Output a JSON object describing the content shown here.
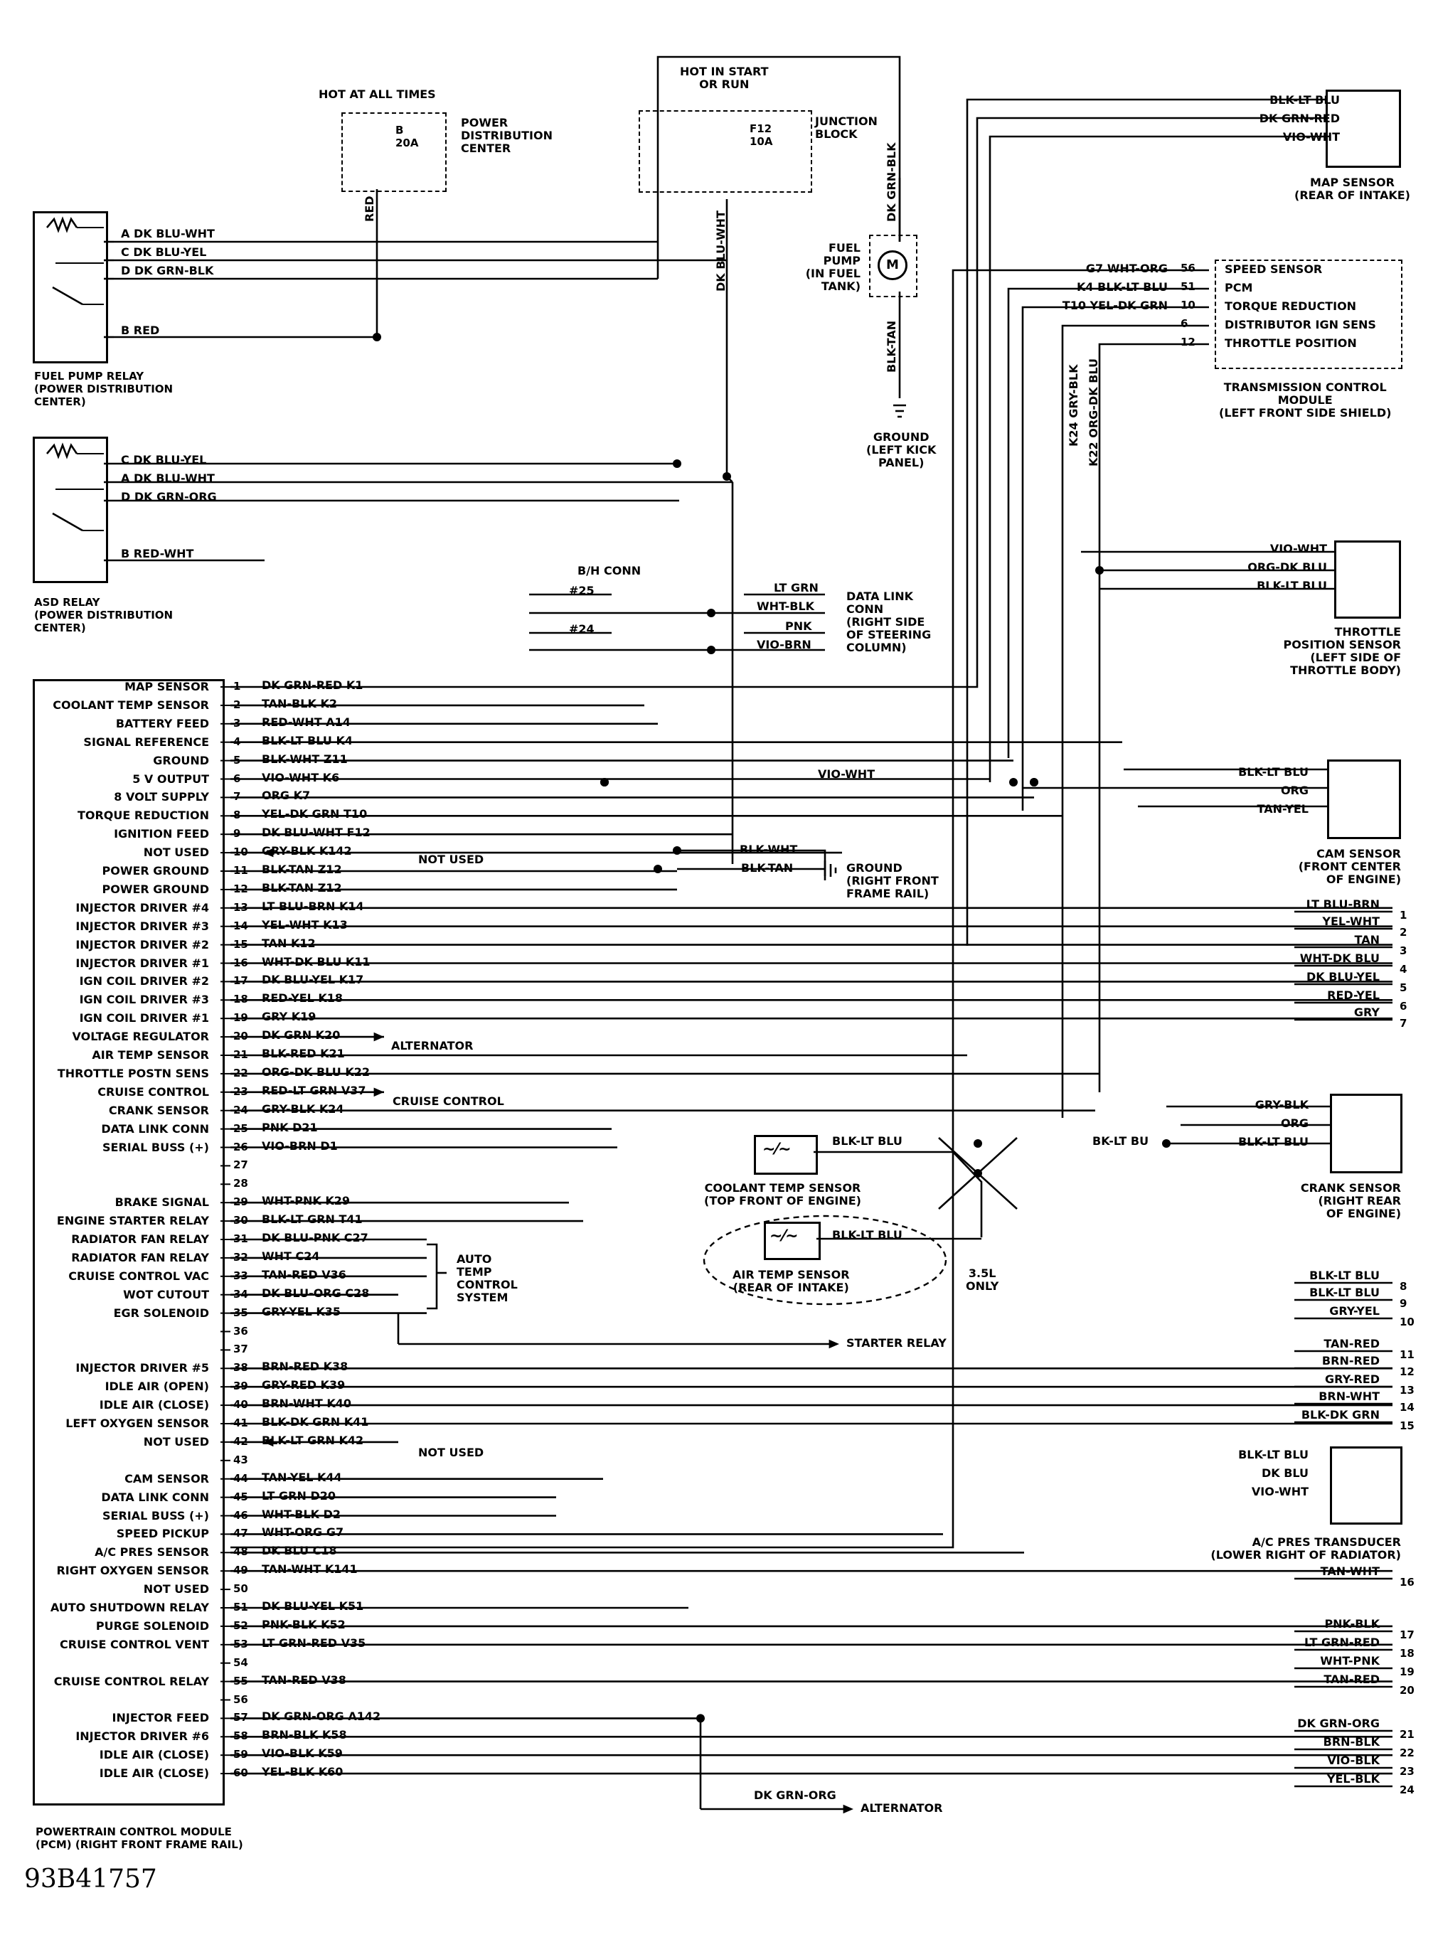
{
  "pcm": {
    "title": "POWERTRAIN CONTROL MODULE\n(PCM) (RIGHT FRONT FRAME RAIL)",
    "pins": [
      {
        "num": "1",
        "name": "MAP SENSOR",
        "wire": "DK GRN-RED K1"
      },
      {
        "num": "2",
        "name": "COOLANT TEMP SENSOR",
        "wire": "TAN-BLK K2"
      },
      {
        "num": "3",
        "name": "BATTERY FEED",
        "wire": "RED-WHT A14"
      },
      {
        "num": "4",
        "name": "SIGNAL REFERENCE",
        "wire": "BLK-LT BLU K4"
      },
      {
        "num": "5",
        "name": "GROUND",
        "wire": "BLK-WHT Z11"
      },
      {
        "num": "6",
        "name": "5 V OUTPUT",
        "wire": "VIO-WHT K6"
      },
      {
        "num": "7",
        "name": "8 VOLT SUPPLY",
        "wire": "ORG K7"
      },
      {
        "num": "8",
        "name": "TORQUE REDUCTION",
        "wire": "YEL-DK GRN T10"
      },
      {
        "num": "9",
        "name": "IGNITION FEED",
        "wire": "DK BLU-WHT F12"
      },
      {
        "num": "10",
        "name": "NOT USED",
        "wire": "GRY-BLK K142"
      },
      {
        "num": "11",
        "name": "POWER GROUND",
        "wire": "BLK-TAN Z12"
      },
      {
        "num": "12",
        "name": "POWER GROUND",
        "wire": "BLK-TAN Z12"
      },
      {
        "num": "13",
        "name": "INJECTOR DRIVER #4",
        "wire": "LT BLU-BRN K14"
      },
      {
        "num": "14",
        "name": "INJECTOR DRIVER #3",
        "wire": "YEL-WHT K13"
      },
      {
        "num": "15",
        "name": "INJECTOR DRIVER #2",
        "wire": "TAN K12"
      },
      {
        "num": "16",
        "name": "INJECTOR DRIVER #1",
        "wire": "WHT-DK BLU K11"
      },
      {
        "num": "17",
        "name": "IGN COIL DRIVER #2",
        "wire": "DK BLU-YEL K17"
      },
      {
        "num": "18",
        "name": "IGN COIL DRIVER #3",
        "wire": "RED-YEL K18"
      },
      {
        "num": "19",
        "name": "IGN COIL DRIVER #1",
        "wire": "GRY K19"
      },
      {
        "num": "20",
        "name": "VOLTAGE REGULATOR",
        "wire": "DK GRN K20"
      },
      {
        "num": "21",
        "name": "AIR TEMP SENSOR",
        "wire": "BLK-RED K21"
      },
      {
        "num": "22",
        "name": "THROTTLE POSTN SENS",
        "wire": "ORG-DK BLU K22"
      },
      {
        "num": "23",
        "name": "CRUISE CONTROL",
        "wire": "RED-LT GRN V37"
      },
      {
        "num": "24",
        "name": "CRANK SENSOR",
        "wire": "GRY-BLK K24"
      },
      {
        "num": "25",
        "name": "DATA LINK CONN",
        "wire": "PNK D21"
      },
      {
        "num": "26",
        "name": "SERIAL BUSS (+)",
        "wire": "VIO-BRN D1"
      },
      {
        "num": "27",
        "name": "",
        "wire": ""
      },
      {
        "num": "28",
        "name": "",
        "wire": ""
      },
      {
        "num": "29",
        "name": "BRAKE SIGNAL",
        "wire": "WHT-PNK K29"
      },
      {
        "num": "30",
        "name": "ENGINE STARTER RELAY",
        "wire": "BLK-LT GRN T41"
      },
      {
        "num": "31",
        "name": "RADIATOR FAN RELAY",
        "wire": "DK BLU-PNK C27"
      },
      {
        "num": "32",
        "name": "RADIATOR FAN RELAY",
        "wire": "WHT C24"
      },
      {
        "num": "33",
        "name": "CRUISE CONTROL VAC",
        "wire": "TAN-RED V36"
      },
      {
        "num": "34",
        "name": "WOT CUTOUT",
        "wire": "DK BLU-ORG C28"
      },
      {
        "num": "35",
        "name": "EGR SOLENOID",
        "wire": "GRY-YEL K35"
      },
      {
        "num": "36",
        "name": "",
        "wire": ""
      },
      {
        "num": "37",
        "name": "",
        "wire": ""
      },
      {
        "num": "38",
        "name": "INJECTOR DRIVER #5",
        "wire": "BRN-RED K38"
      },
      {
        "num": "39",
        "name": "IDLE AIR (OPEN)",
        "wire": "GRY-RED K39"
      },
      {
        "num": "40",
        "name": "IDLE AIR (CLOSE)",
        "wire": "BRN-WHT K40"
      },
      {
        "num": "41",
        "name": "LEFT OXYGEN SENSOR",
        "wire": "BLK-DK GRN K41"
      },
      {
        "num": "42",
        "name": "NOT USED",
        "wire": "BLK-LT GRN K42"
      },
      {
        "num": "43",
        "name": "",
        "wire": ""
      },
      {
        "num": "44",
        "name": "CAM SENSOR",
        "wire": "TAN-YEL K44"
      },
      {
        "num": "45",
        "name": "DATA LINK CONN",
        "wire": "LT GRN D20"
      },
      {
        "num": "46",
        "name": "SERIAL BUSS (+)",
        "wire": "WHT-BLK D2"
      },
      {
        "num": "47",
        "name": "SPEED PICKUP",
        "wire": "WHT-ORG G7"
      },
      {
        "num": "48",
        "name": "A/C PRES SENSOR",
        "wire": "DK BLU C18"
      },
      {
        "num": "49",
        "name": "RIGHT OXYGEN SENSOR",
        "wire": "TAN-WHT K141"
      },
      {
        "num": "50",
        "name": "NOT USED",
        "wire": ""
      },
      {
        "num": "51",
        "name": "AUTO SHUTDOWN RELAY",
        "wire": "DK BLU-YEL K51"
      },
      {
        "num": "52",
        "name": "PURGE SOLENOID",
        "wire": "PNK-BLK K52"
      },
      {
        "num": "53",
        "name": "CRUISE CONTROL VENT",
        "wire": "LT GRN-RED V35"
      },
      {
        "num": "54",
        "name": "",
        "wire": ""
      },
      {
        "num": "55",
        "name": "CRUISE CONTROL RELAY",
        "wire": "TAN-RED V38"
      },
      {
        "num": "56",
        "name": "",
        "wire": ""
      },
      {
        "num": "57",
        "name": "INJECTOR FEED",
        "wire": "DK GRN-ORG A142"
      },
      {
        "num": "58",
        "name": "INJECTOR DRIVER #6",
        "wire": "BRN-BLK K58"
      },
      {
        "num": "59",
        "name": "IDLE AIR (CLOSE)",
        "wire": "VIO-BLK K59"
      },
      {
        "num": "60",
        "name": "IDLE AIR (CLOSE)",
        "wire": "YEL-BLK K60"
      }
    ]
  },
  "fuel_pump_relay": {
    "title": "FUEL PUMP RELAY\n(POWER DISTRIBUTION\nCENTER)",
    "wires": [
      "A  DK BLU-WHT",
      "C  DK BLU-YEL",
      "D  DK GRN-BLK",
      "B  RED"
    ]
  },
  "asd_relay": {
    "title": "ASD RELAY\n(POWER DISTRIBUTION\nCENTER)",
    "wires": [
      "C  DK BLU-YEL",
      "A  DK BLU-WHT",
      "D  DK GRN-ORG",
      "B  RED-WHT"
    ]
  },
  "power_distribution": {
    "hot_label": "HOT AT ALL TIMES",
    "fuse": "B\n20A",
    "title": "POWER\nDISTRIBUTION\nCENTER",
    "wire": "RED"
  },
  "junction_block": {
    "hot_label": "HOT IN START\nOR RUN",
    "fuse": "F12\n10A",
    "title": "JUNCTION\nBLOCK",
    "wire_left": "DK BLU-WHT",
    "wire_right": "DK GRN-BLK"
  },
  "fuel_pump": {
    "title": "FUEL\nPUMP\n(IN FUEL\nTANK)",
    "symbol": "M",
    "ground_wire": "BLK-TAN",
    "ground_label": "GROUND\n(LEFT KICK\nPANEL)"
  },
  "map_sensor": {
    "title": "MAP SENSOR\n(REAR OF INTAKE)",
    "wires": [
      "BLK-LT BLU",
      "DK GRN-RED",
      "VIO-WHT"
    ]
  },
  "tcm": {
    "title": "TRANSMISSION CONTROL\nMODULE\n(LEFT FRONT SIDE SHIELD)",
    "rows": [
      {
        "wire": "G7 WHT-ORG",
        "pin": "56",
        "func": "SPEED SENSOR"
      },
      {
        "wire": "K4 BLK-LT BLU",
        "pin": "51",
        "func": "PCM"
      },
      {
        "wire": "T10 YEL-DK GRN",
        "pin": "10",
        "func": "TORQUE REDUCTION"
      },
      {
        "wire": "",
        "pin": "6",
        "func": "DISTRIBUTOR IGN SENS"
      },
      {
        "wire": "",
        "pin": "12",
        "func": "THROTTLE POSITION"
      }
    ],
    "vwires": [
      "K24 GRY-BLK",
      "K22 ORG-DK BLU"
    ]
  },
  "throttle_sensor": {
    "title": "THROTTLE\nPOSITION SENSOR\n(LEFT SIDE OF\nTHROTTLE BODY)",
    "wires": [
      "VIO-WHT",
      "ORG-DK BLU",
      "BLK-LT BLU"
    ]
  },
  "data_link": {
    "bh": "B/H CONN",
    "p25": "#25",
    "p24": "#24",
    "wires": [
      "LT GRN",
      "WHT-BLK",
      "PNK",
      "VIO-BRN"
    ],
    "title": "DATA LINK\nCONN\n(RIGHT SIDE\nOF STEERING\nCOLUMN)"
  },
  "cam_sensor": {
    "title": "CAM SENSOR\n(FRONT CENTER\nOF ENGINE)",
    "wires": [
      "BLK-LT BLU",
      "ORG",
      "TAN-YEL"
    ]
  },
  "ground_frame": {
    "wires": [
      "BLK-WHT",
      "BLK-TAN"
    ],
    "title": "GROUND\n(RIGHT FRONT\nFRAME RAIL)"
  },
  "vio_wht_mid": "VIO-WHT",
  "not_used": "NOT USED",
  "alternator": "ALTERNATOR",
  "cruise_control": "CRUISE CONTROL",
  "auto_temp": "AUTO\nTEMP\nCONTROL\nSYSTEM",
  "starter_relay": "STARTER RELAY",
  "coolant_sensor": {
    "wire": "BLK-LT BLU",
    "title": "COOLANT TEMP SENSOR\n(TOP FRONT OF ENGINE)"
  },
  "air_sensor": {
    "wire": "BLK-LT BLU",
    "title": "AIR TEMP SENSOR\n(REAR OF INTAKE)",
    "note": "3.5L\nONLY"
  },
  "crank_sensor": {
    "title": "CRANK SENSOR\n(RIGHT REAR\nOF ENGINE)",
    "wires": [
      "GRY-BLK",
      "ORG",
      "BLK-LT BLU"
    ],
    "bk_label": "BK-LT BU"
  },
  "ac_transducer": {
    "title": "A/C PRES TRANSDUCER\n(LOWER RIGHT OF RADIATOR)",
    "wires": [
      "BLK-LT BLU",
      "DK BLU",
      "VIO-WHT"
    ]
  },
  "right_connector": [
    {
      "wire": "LT BLU-BRN",
      "num": "1"
    },
    {
      "wire": "YEL-WHT",
      "num": "2"
    },
    {
      "wire": "TAN",
      "num": "3"
    },
    {
      "wire": "WHT-DK BLU",
      "num": "4"
    },
    {
      "wire": "DK BLU-YEL",
      "num": "5"
    },
    {
      "wire": "RED-YEL",
      "num": "6"
    },
    {
      "wire": "GRY",
      "num": "7"
    },
    {
      "wire": "BLK-LT BLU",
      "num": "8"
    },
    {
      "wire": "BLK-LT BLU",
      "num": "9"
    },
    {
      "wire": "GRY-YEL",
      "num": "10"
    },
    {
      "wire": "TAN-RED",
      "num": "11"
    },
    {
      "wire": "BRN-RED",
      "num": "12"
    },
    {
      "wire": "GRY-RED",
      "num": "13"
    },
    {
      "wire": "BRN-WHT",
      "num": "14"
    },
    {
      "wire": "BLK-DK GRN",
      "num": "15"
    },
    {
      "wire": "TAN-WHT",
      "num": "16"
    },
    {
      "wire": "PNK-BLK",
      "num": "17"
    },
    {
      "wire": "LT GRN-RED",
      "num": "18"
    },
    {
      "wire": "WHT-PNK",
      "num": "19"
    },
    {
      "wire": "TAN-RED",
      "num": "20"
    },
    {
      "wire": "DK GRN-ORG",
      "num": "21"
    },
    {
      "wire": "BRN-BLK",
      "num": "22"
    },
    {
      "wire": "VIO-BLK",
      "num": "23"
    },
    {
      "wire": "YEL-BLK",
      "num": "24"
    }
  ],
  "bottom_wire": "DK GRN-ORG",
  "figure_id": "93B41757"
}
